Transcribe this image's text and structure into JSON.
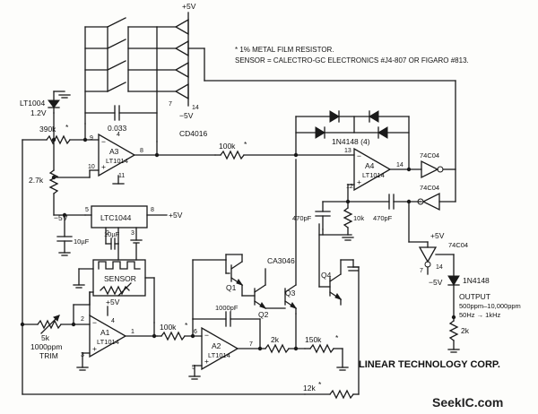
{
  "note": {
    "line1": "* 1% METAL FILM RESISTOR.",
    "line2": "SENSOR = CALECTRO-GC ELECTRONICS #J4-807 OR FIGARO #813."
  },
  "switch_ic": {
    "name": "CD4016",
    "vplus": "+5V",
    "vminus": "−5V",
    "pin14": "14",
    "pin7": "7"
  },
  "cap_033": "0.033",
  "ref": {
    "name": "LT1004",
    "value": "1.2V"
  },
  "res": {
    "r390k": "390k",
    "r27k": "2.7k",
    "r100k_top": "100k",
    "r10k": "10k",
    "r100k_a1": "100k",
    "r2k": "2k",
    "r150k": "150k",
    "r12k": "12k",
    "r2k_out": "2k",
    "trim_val": "5k",
    "trim_tc": "1000ppm",
    "trim_lbl": "TRIM"
  },
  "star": "*",
  "a3": {
    "ref": "A3",
    "part": "LT1014",
    "p9": "9",
    "p10": "10",
    "p8": "8",
    "p11": "11",
    "p4": "4"
  },
  "a4": {
    "ref": "A4",
    "part": "LT1014",
    "p13": "13",
    "p12": "12",
    "p14": "14"
  },
  "a1": {
    "ref": "A1",
    "part": "LT1014",
    "p2": "2",
    "p3": "3",
    "p1": "1",
    "p4": "4",
    "vplus": "+5V"
  },
  "a2": {
    "ref": "A2",
    "part": "LT1014",
    "p6": "6",
    "p5": "5",
    "p7": "7"
  },
  "ltc1044": {
    "name": "LTC1044",
    "p5": "5",
    "p8": "8",
    "p2": "2",
    "p3": "3",
    "vplus": "+5V",
    "vminus": "−5V"
  },
  "caps": {
    "c10uf_a": "10µF",
    "c10uf_b": "10µF",
    "c470_a": "470pF",
    "c470_b": "470pF",
    "c1000": "1000pF"
  },
  "diodes": {
    "d4": "1N4148 (4)",
    "dout": "1N4148"
  },
  "sensor": "SENSOR",
  "array": {
    "name": "CA3046",
    "q1": "Q1",
    "q2": "Q2",
    "q3": "Q3",
    "q4": "Q4"
  },
  "inv": {
    "i1": "74C04",
    "i2": "74C04",
    "i3": "74C04",
    "vplus": "+5V",
    "vminus": "−5V",
    "p14": "14",
    "p7": "7"
  },
  "output": {
    "title": "OUTPUT",
    "range": "500ppm–10,000ppm",
    "freq": "50Hz → 1kHz"
  },
  "corp": "LINEAR TECHNOLOGY CORP.",
  "watermark": "SeekIC.com"
}
